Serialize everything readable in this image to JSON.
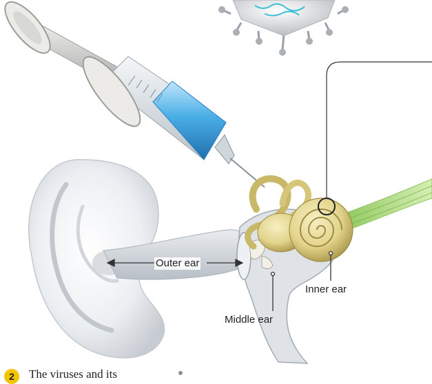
{
  "labels": {
    "outer_ear": "Outer ear",
    "inner_ear": "Inner ear",
    "middle_ear": "Middle ear"
  },
  "footer": {
    "step_number": "2",
    "step_text": "The viruses and its"
  },
  "colors": {
    "syringe_fluid": "#4aaee6",
    "cochlea": "#e2d48a",
    "auditory_nerve": "#9dcf6a",
    "step_badge": "#f3c400",
    "callout_line": "#333333"
  }
}
